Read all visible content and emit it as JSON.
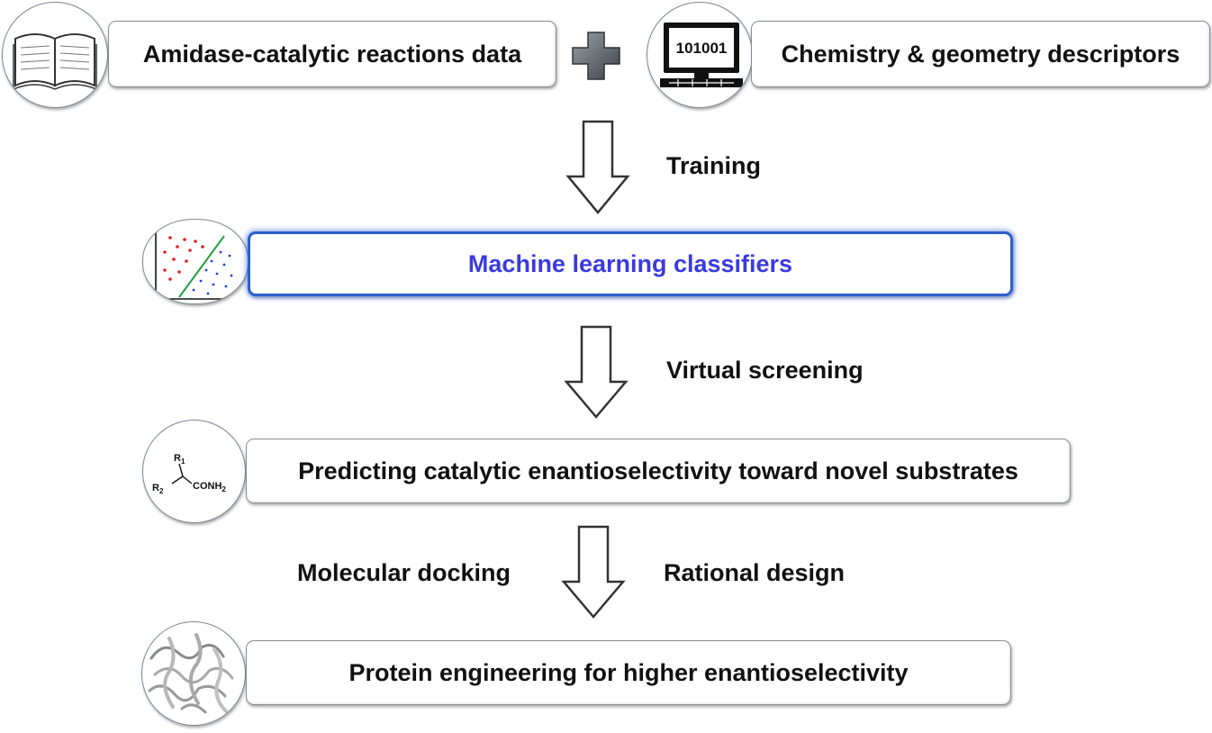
{
  "inputs": {
    "data_label": "Amidase-catalytic reactions data",
    "descriptors_label": "Chemistry & geometry descriptors",
    "computer_screen_text": "101001"
  },
  "steps": {
    "training": "Training",
    "virtual_screening": "Virtual screening",
    "molecular_docking": "Molecular docking",
    "rational_design": "Rational design"
  },
  "boxes": {
    "ml_classifiers": "Machine learning classifiers",
    "prediction": "Predicting catalytic enantioselectivity toward novel substrates",
    "protein_engineering": "Protein engineering for higher enantioselectivity"
  },
  "molecule": {
    "r1": "R",
    "r1_sub": "1",
    "r2": "R",
    "r2_sub": "2",
    "group": "CONH",
    "group_sub": "2"
  },
  "colors": {
    "ml_text": "#3a3ae0",
    "ml_border": "#2f5fc8",
    "red_points": "#e02020",
    "blue_points": "#2040e0",
    "divider_line": "#20a040"
  }
}
